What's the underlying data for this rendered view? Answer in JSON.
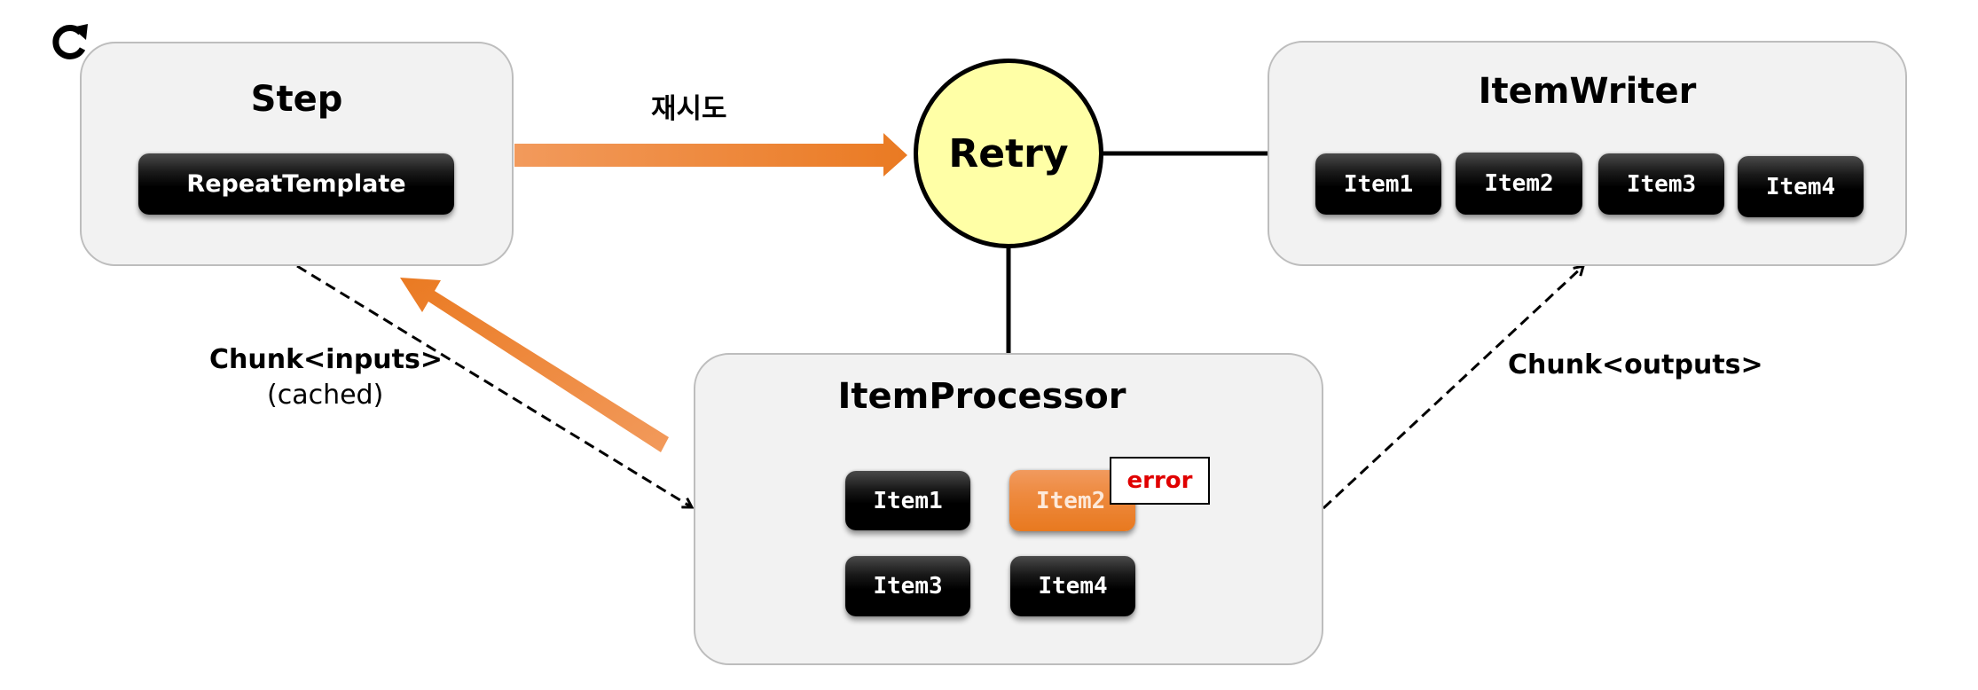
{
  "diagram": {
    "step": {
      "title": "Step",
      "component": "RepeatTemplate"
    },
    "retry": {
      "label": "Retry",
      "fill_color": "#ffffa6"
    },
    "retry_arrow_label": "재시도",
    "item_writer": {
      "title": "ItemWriter",
      "items": [
        "Item1",
        "Item2",
        "Item3",
        "Item4"
      ]
    },
    "item_processor": {
      "title": "ItemProcessor",
      "items": [
        "Item1",
        "Item2",
        "Item3",
        "Item4"
      ],
      "error_item": "Item2",
      "error_label": "error"
    },
    "chunk_inputs": {
      "label": "Chunk<inputs>",
      "note": "(cached)"
    },
    "chunk_outputs": {
      "label": "Chunk<outputs>"
    },
    "colors": {
      "accent_orange": "#ee7f2d",
      "error_text": "#e00000",
      "box_fill": "#f2f2f2",
      "box_border": "#bdbdbd"
    },
    "icons": {
      "top_left": "refresh-icon"
    }
  }
}
